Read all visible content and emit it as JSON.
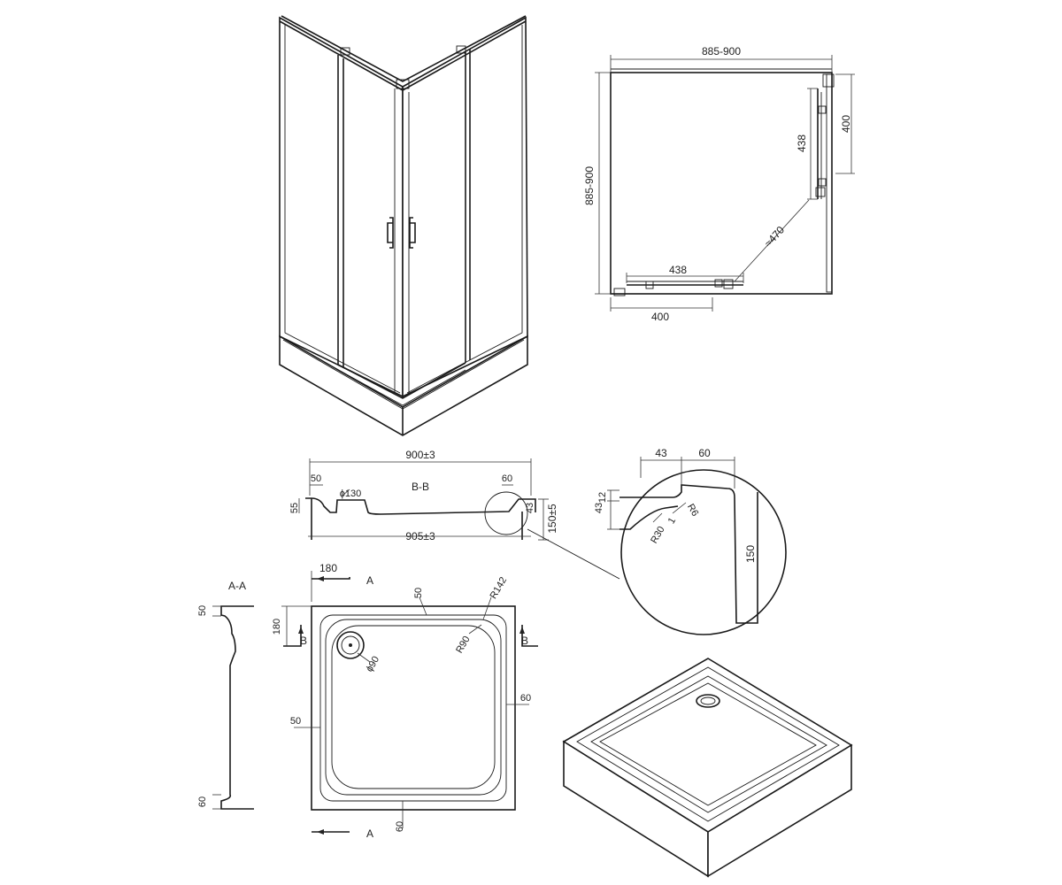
{
  "plan": {
    "width_label": "885-900",
    "depth_label": "885-900",
    "door_right_label": "438",
    "fixed_right_label": "400",
    "door_bottom_label": "438",
    "fixed_bottom_label": "400",
    "diagonal_label": "≈470"
  },
  "section_bb": {
    "title": "B-B",
    "top_width": "900±3",
    "bottom_width": "905±3",
    "left_rim": "50",
    "right_rim": "60",
    "drain": "ɸ130",
    "step_height": "55",
    "height": "150±5",
    "right_small": "43"
  },
  "detail": {
    "dim_43": "43",
    "dim_60": "60",
    "dim_12": "12",
    "dim_43_side": "43",
    "r6": "R6",
    "r30": "R30",
    "slope": "1",
    "height": "150"
  },
  "section_aa": {
    "title": "A-A",
    "top": "50",
    "bottom": "60"
  },
  "tray_plan": {
    "cut_a_top": "A",
    "cut_a_bottom": "A",
    "cut_b_left": "B",
    "cut_b_right": "B",
    "drain_offset_x": "180",
    "drain_offset_y": "180",
    "rim_top": "50",
    "rim_left": "50",
    "rim_right": "60",
    "rim_bottom": "60",
    "r142": "R142",
    "r90": "R90",
    "drain_dia": "ɸ90"
  }
}
